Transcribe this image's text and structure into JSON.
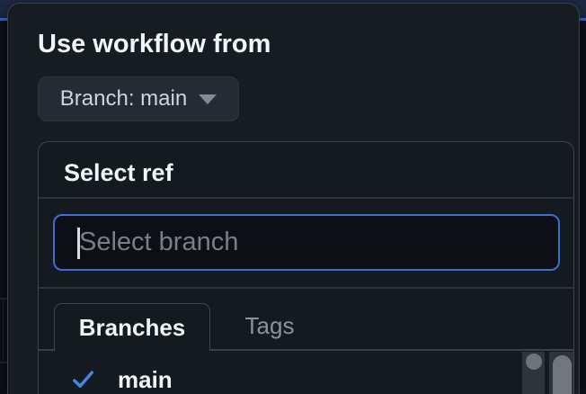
{
  "colors": {
    "page_background": "#0d1117",
    "overlay_background": "#171c23",
    "panel_background": "#151a21",
    "border": "#3d444d",
    "accent_blue": "#3b6fd4",
    "check_blue": "#4285e4",
    "top_band": "#1d2a44"
  },
  "run_workflow_dropdown": {
    "heading": "Use workflow from",
    "branch_button": {
      "label": "Branch: main",
      "icon": "triangle-down"
    },
    "ref_selector": {
      "title": "Select ref",
      "filter_input": {
        "value": "",
        "placeholder": "Select branch"
      },
      "tabs": [
        {
          "label": "Branches",
          "active": true
        },
        {
          "label": "Tags",
          "active": false
        }
      ],
      "refs": [
        {
          "name": "main",
          "selected": true
        }
      ]
    }
  }
}
